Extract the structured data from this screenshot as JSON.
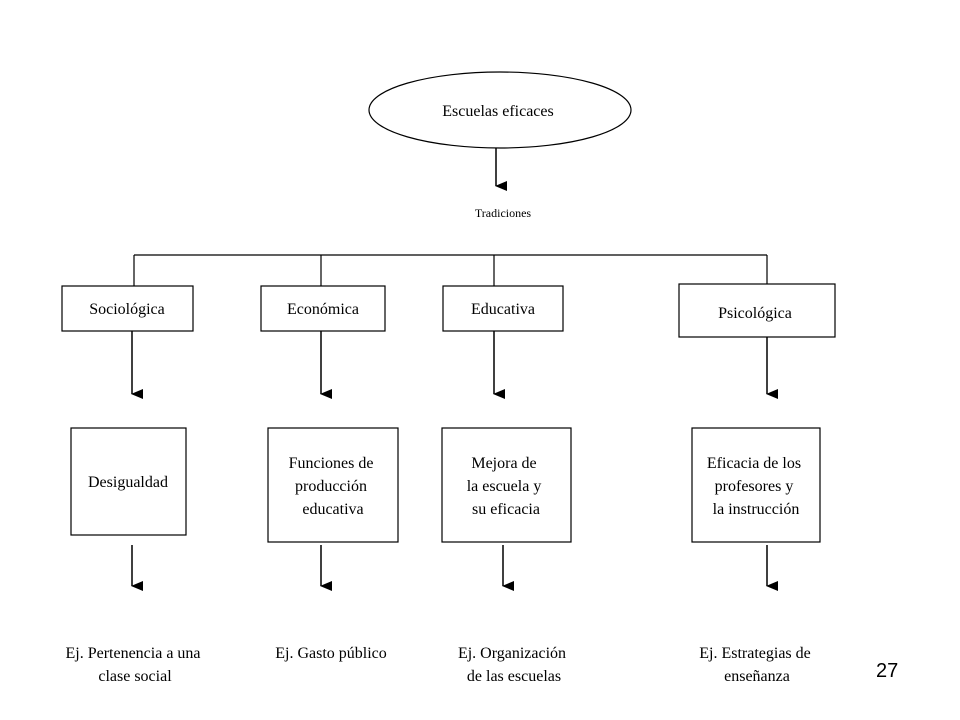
{
  "root": {
    "label": "Escuelas eficaces"
  },
  "connector_label": "Tradiciones",
  "traditions": [
    {
      "label": "Sociológica",
      "focus": [
        "Desigualdad"
      ],
      "example": [
        "Ej. Pertenencia a una",
        "clase social"
      ]
    },
    {
      "label": "Económica",
      "focus": [
        "Funciones de",
        "producción",
        "educativa"
      ],
      "example": [
        "Ej. Gasto público"
      ]
    },
    {
      "label": "Educativa",
      "focus": [
        "Mejora de",
        "la escuela y",
        "su eficacia"
      ],
      "example": [
        "Ej. Organización",
        "de las escuelas"
      ]
    },
    {
      "label": "Psicológica",
      "focus": [
        "Eficacia de los",
        "profesores y",
        "la instrucción"
      ],
      "example": [
        "Ej. Estrategias de",
        "enseñanza"
      ]
    }
  ],
  "slide_number": "27",
  "colors": {
    "line": "#000000",
    "background": "#ffffff"
  }
}
